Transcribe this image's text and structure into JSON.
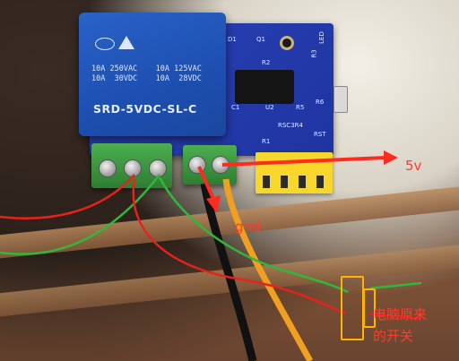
{
  "relay": {
    "ratings": "10A 250VAC    10A 125VAC\n10A  30VDC    10A  28VDC",
    "model": "SRD-5VDC-SL-C"
  },
  "board": {
    "labels": {
      "d1": "D1",
      "q1": "Q1",
      "r2": "R2",
      "led": "LED",
      "r3": "R3",
      "c1": "C1",
      "u2": "U2",
      "r5": "R5",
      "r6": "R6",
      "rsc3r4": "RSC3R4",
      "r1": "R1",
      "rst": "RST"
    }
  },
  "annotations": {
    "five_v": "5v",
    "gnd": "gnd",
    "switch_line1": "电脑原来",
    "switch_line2": "的开关"
  },
  "colors": {
    "annotation_red": "#ff3b2f",
    "wire_red": "#e8221b",
    "wire_green": "#2fb83a",
    "wire_orange": "#f0a020",
    "wire_black": "#111111",
    "highlight_yellow": "#ffb400"
  }
}
